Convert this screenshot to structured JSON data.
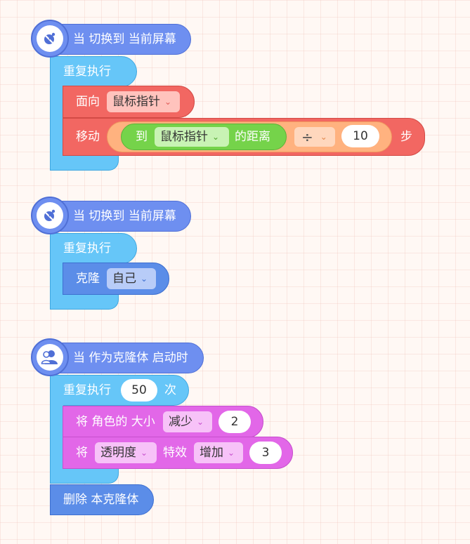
{
  "script1": {
    "hat_label": "当 切换到 当前屏幕",
    "repeat_label": "重复执行",
    "face_label": "面向",
    "face_target": "鼠标指针",
    "move_label": "移动",
    "to_label": "到",
    "distance_target": "鼠标指针",
    "distance_suffix": "的距离",
    "operator": "÷",
    "divisor": "10",
    "steps_label": "步"
  },
  "script2": {
    "hat_label": "当 切换到 当前屏幕",
    "repeat_label": "重复执行",
    "clone_label": "克隆",
    "clone_target": "自己"
  },
  "script3": {
    "hat_label": "当 作为克隆体 启动时",
    "repeat_label": "重复执行",
    "repeat_count": "50",
    "repeat_suffix": "次",
    "size_label": "将 角色的 大小",
    "size_mode": "减少",
    "size_value": "2",
    "set_label": "将",
    "effect_name": "透明度",
    "effect_label": "特效",
    "effect_mode": "增加",
    "effect_value": "3",
    "delete_label": "删除 本克隆体"
  },
  "icons": {
    "screen_hat": "satellite-dish-icon",
    "clone_hat": "people-icon",
    "dropdown": "chevron-down-icon"
  },
  "colors": {
    "hat": "#6e8ff0",
    "control": "#66c6f8",
    "motion": "#f26762",
    "sensing": "#75d34a",
    "operator": "#ffb27f",
    "clone": "#5b8de8",
    "looks": "#e267e8"
  }
}
